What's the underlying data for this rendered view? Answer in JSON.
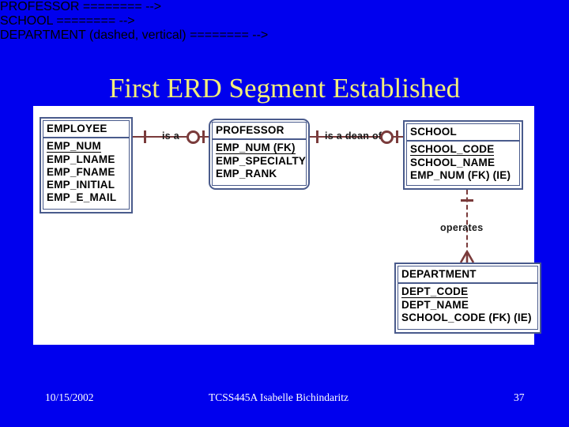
{
  "slide": {
    "title": "First ERD Segment Established",
    "title_color": "#F2EE7A",
    "background_color": "#0000EE",
    "panel_color": "#FFFFFF"
  },
  "diagram": {
    "entity_border_color": "#4A5B8C",
    "relationship_color": "#7A3B3B",
    "entities": [
      {
        "name": "EMPLOYEE",
        "kind": "independent",
        "attributes": [
          {
            "label": "EMP_NUM",
            "key": "pk"
          },
          {
            "label": "EMP_LNAME",
            "key": ""
          },
          {
            "label": "EMP_FNAME",
            "key": ""
          },
          {
            "label": "EMP_INITIAL",
            "key": ""
          },
          {
            "label": "EMP_E_MAIL",
            "key": ""
          }
        ]
      },
      {
        "name": "PROFESSOR",
        "kind": "dependent",
        "attributes": [
          {
            "label": "EMP_NUM (FK)",
            "key": "pk"
          },
          {
            "label": "EMP_SPECIALTY",
            "key": ""
          },
          {
            "label": "EMP_RANK",
            "key": ""
          }
        ]
      },
      {
        "name": "SCHOOL",
        "kind": "independent",
        "attributes": [
          {
            "label": "SCHOOL_CODE",
            "key": "pk"
          },
          {
            "label": "SCHOOL_NAME",
            "key": ""
          },
          {
            "label": "EMP_NUM (FK) (IE)",
            "key": ""
          }
        ]
      },
      {
        "name": "DEPARTMENT",
        "kind": "independent",
        "attributes": [
          {
            "label": "DEPT_CODE",
            "key": "pk"
          },
          {
            "label": "DEPT_NAME",
            "key": ""
          },
          {
            "label": "SCHOOL_CODE (FK) (IE)",
            "key": ""
          }
        ]
      }
    ],
    "relationships": [
      {
        "label": "is a",
        "from": "EMPLOYEE",
        "to": "PROFESSOR",
        "orientation": "horizontal",
        "line_style": "solid",
        "from_cardinality": "one",
        "to_cardinality": "zero-or-one"
      },
      {
        "label": "is a dean of",
        "from": "PROFESSOR",
        "to": "SCHOOL",
        "orientation": "horizontal",
        "line_style": "solid",
        "from_cardinality": "one",
        "to_cardinality": "zero-or-one"
      },
      {
        "label": "operates",
        "from": "SCHOOL",
        "to": "DEPARTMENT",
        "orientation": "vertical",
        "line_style": "dashed",
        "from_cardinality": "one",
        "to_cardinality": "many"
      }
    ]
  },
  "footer": {
    "date": "10/15/2002",
    "course": "TCSS445A  Isabelle Bichindaritz",
    "page_number": "37"
  }
}
